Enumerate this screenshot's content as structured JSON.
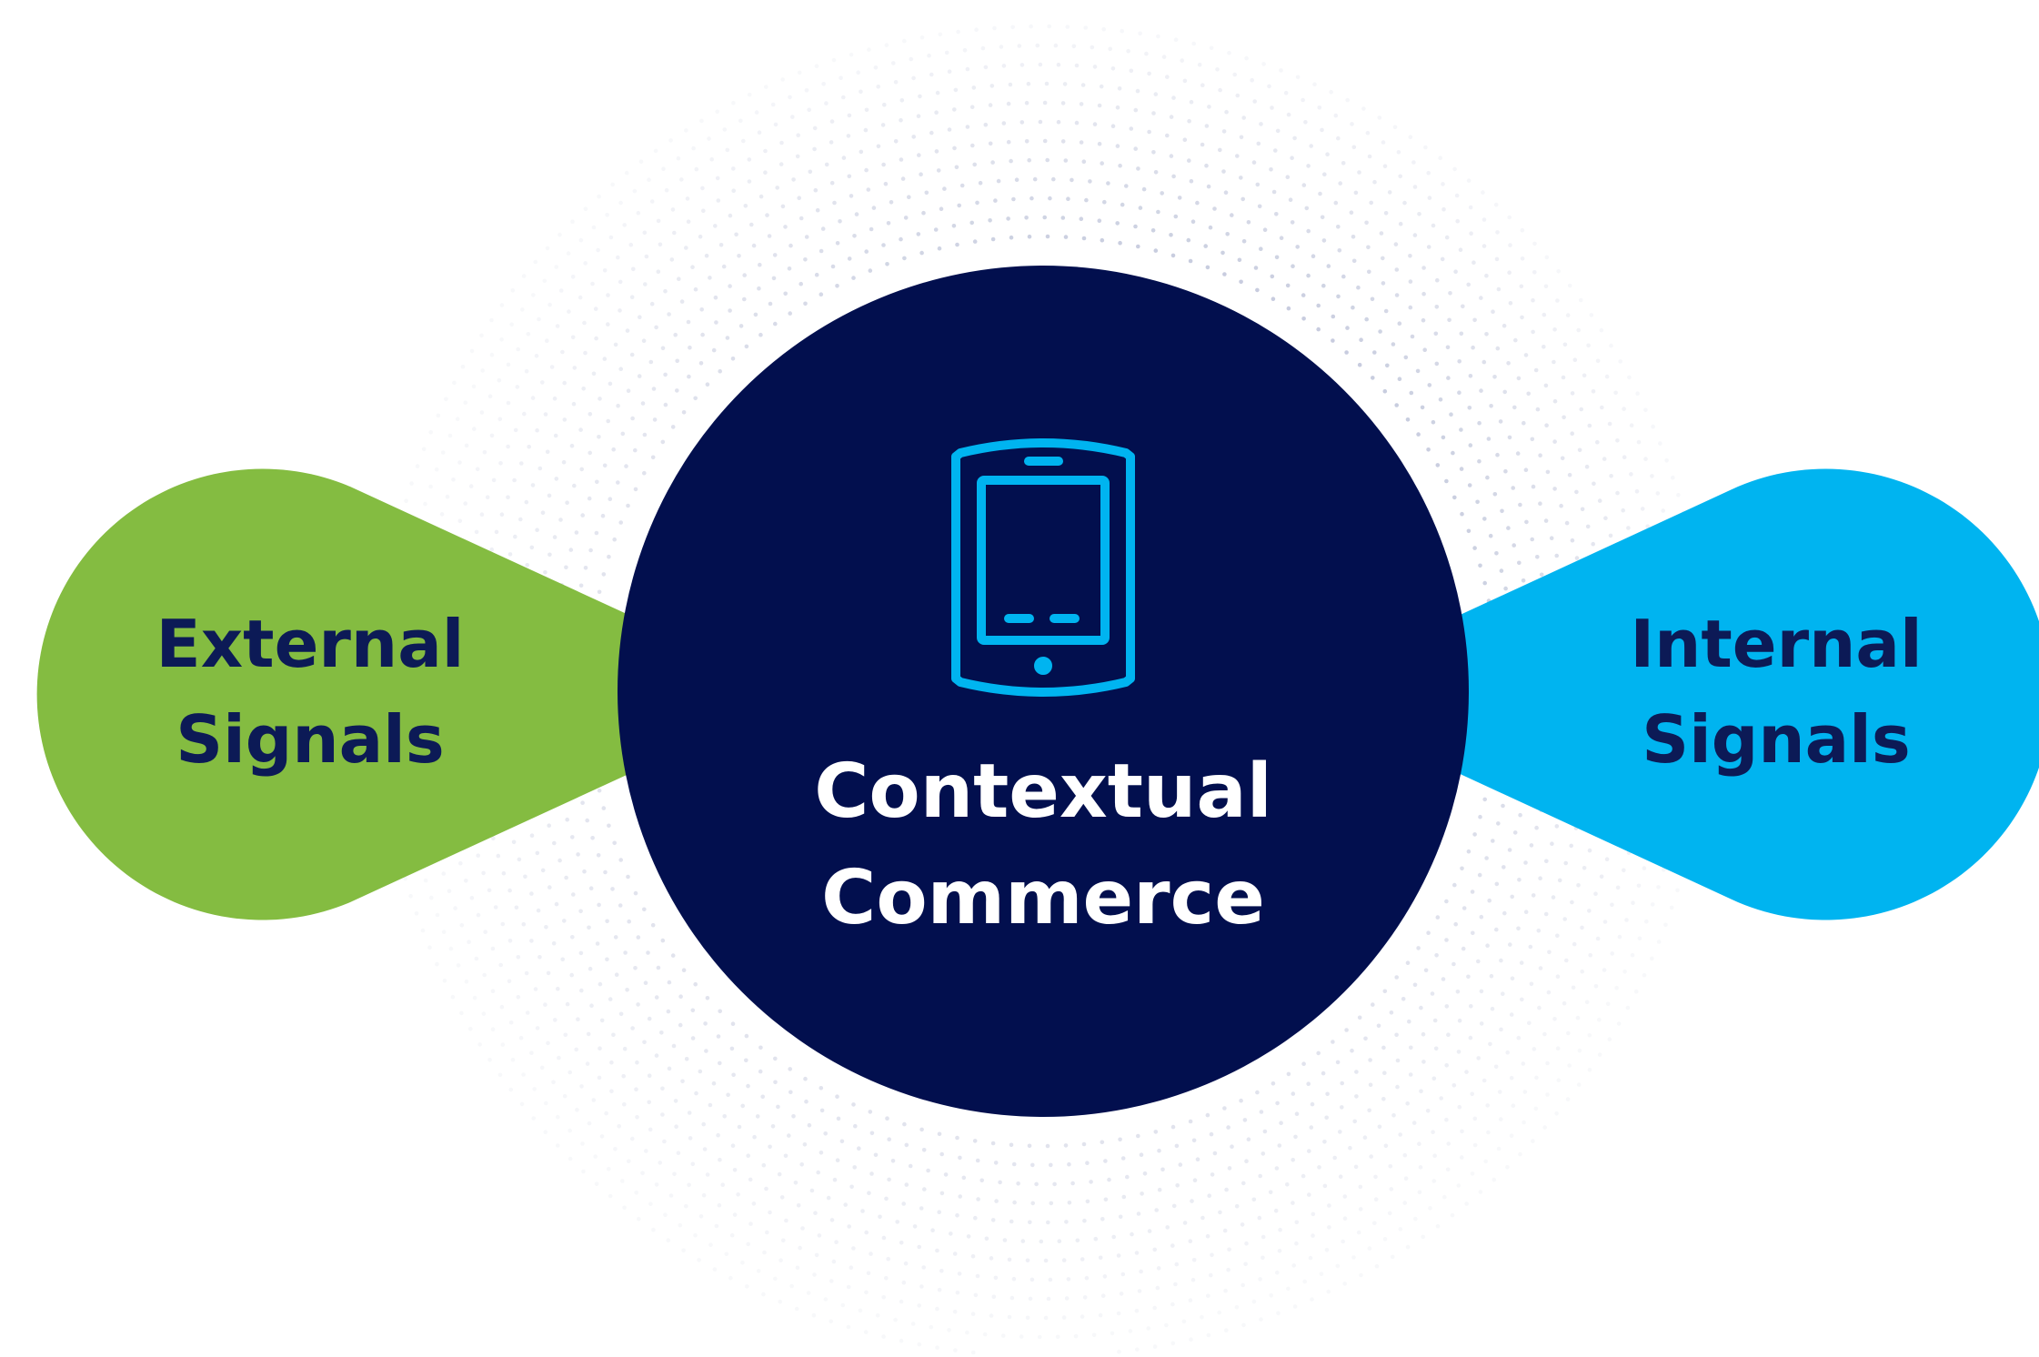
{
  "diagram": {
    "center": {
      "label_line1": "Contextual",
      "label_line2": "Commerce",
      "icon": "tablet-icon"
    },
    "left_node": {
      "label_line1": "External",
      "label_line2": "Signals"
    },
    "right_node": {
      "label_line1": "Internal",
      "label_line2": "Signals"
    }
  },
  "colors": {
    "center_fill": "#020f4e",
    "center_text": "#ffffff",
    "icon_stroke": "#00b4f0",
    "left_fill": "#84bc41",
    "right_fill": "#00b4f0",
    "node_text": "#0c1a56",
    "dots": "#9aa3c4"
  }
}
